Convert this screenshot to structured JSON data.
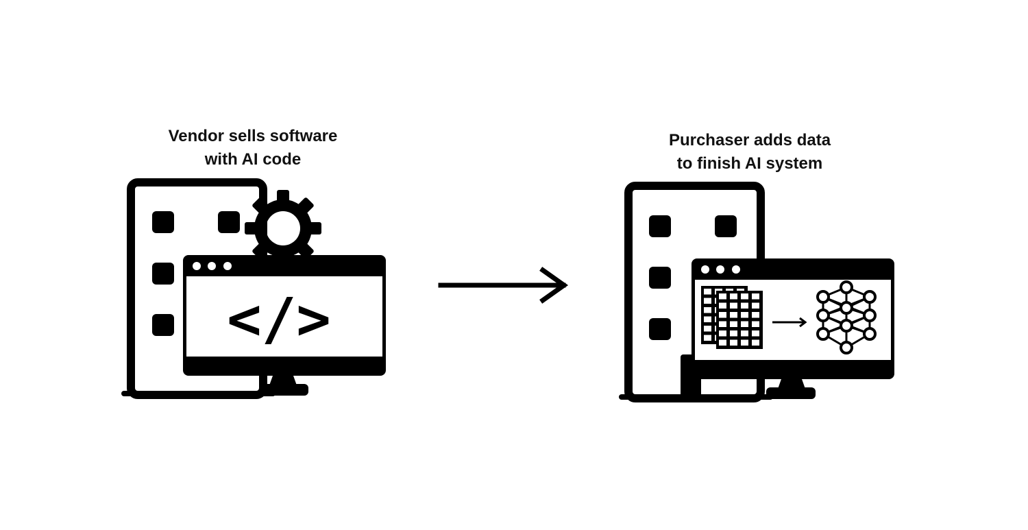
{
  "left_panel": {
    "title_line1": "Vendor sells software",
    "title_line2": "with AI code",
    "code_symbol": "</>",
    "icons": [
      "building-icon",
      "gear-icon",
      "monitor-icon",
      "code-icon"
    ]
  },
  "right_panel": {
    "title_line1": "Purchaser adds data",
    "title_line2": "to finish AI system",
    "icons": [
      "building-icon",
      "monitor-icon",
      "data-table-icon",
      "arrow-right-icon",
      "neural-network-icon"
    ]
  },
  "connector": {
    "icon": "arrow-right-icon"
  },
  "colors": {
    "ink": "#000000",
    "background": "#ffffff"
  }
}
